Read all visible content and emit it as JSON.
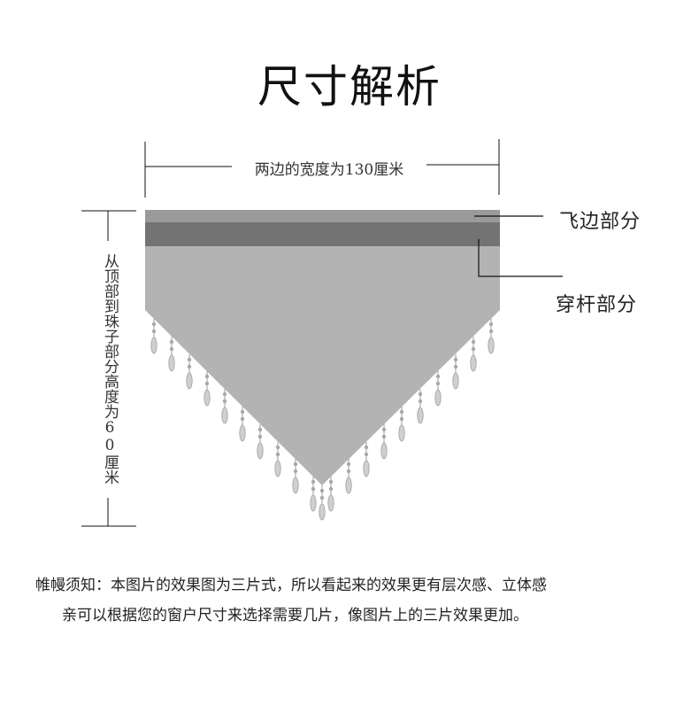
{
  "title": "尺寸解析",
  "dimensions": {
    "width_label": "两边的宽度为130厘米",
    "height_label": "从顶部到珠子部分高度为60厘米"
  },
  "callouts": {
    "flounce": "飞边部分",
    "rod_pocket": "穿杆部分"
  },
  "note": {
    "line1": "帷幔须知：本图片的效果图为三片式，所以看起来的效果更有层次感、立体感",
    "line2": "亲可以根据您的窗户尺寸来选择需要几片，像图片上的三片效果更加。"
  },
  "colors": {
    "valance_body": "#b3b3b3",
    "flounce_band": "#9a9a9a",
    "rod_band": "#737373",
    "bead": "#cfcfcf",
    "line": "#111111"
  }
}
